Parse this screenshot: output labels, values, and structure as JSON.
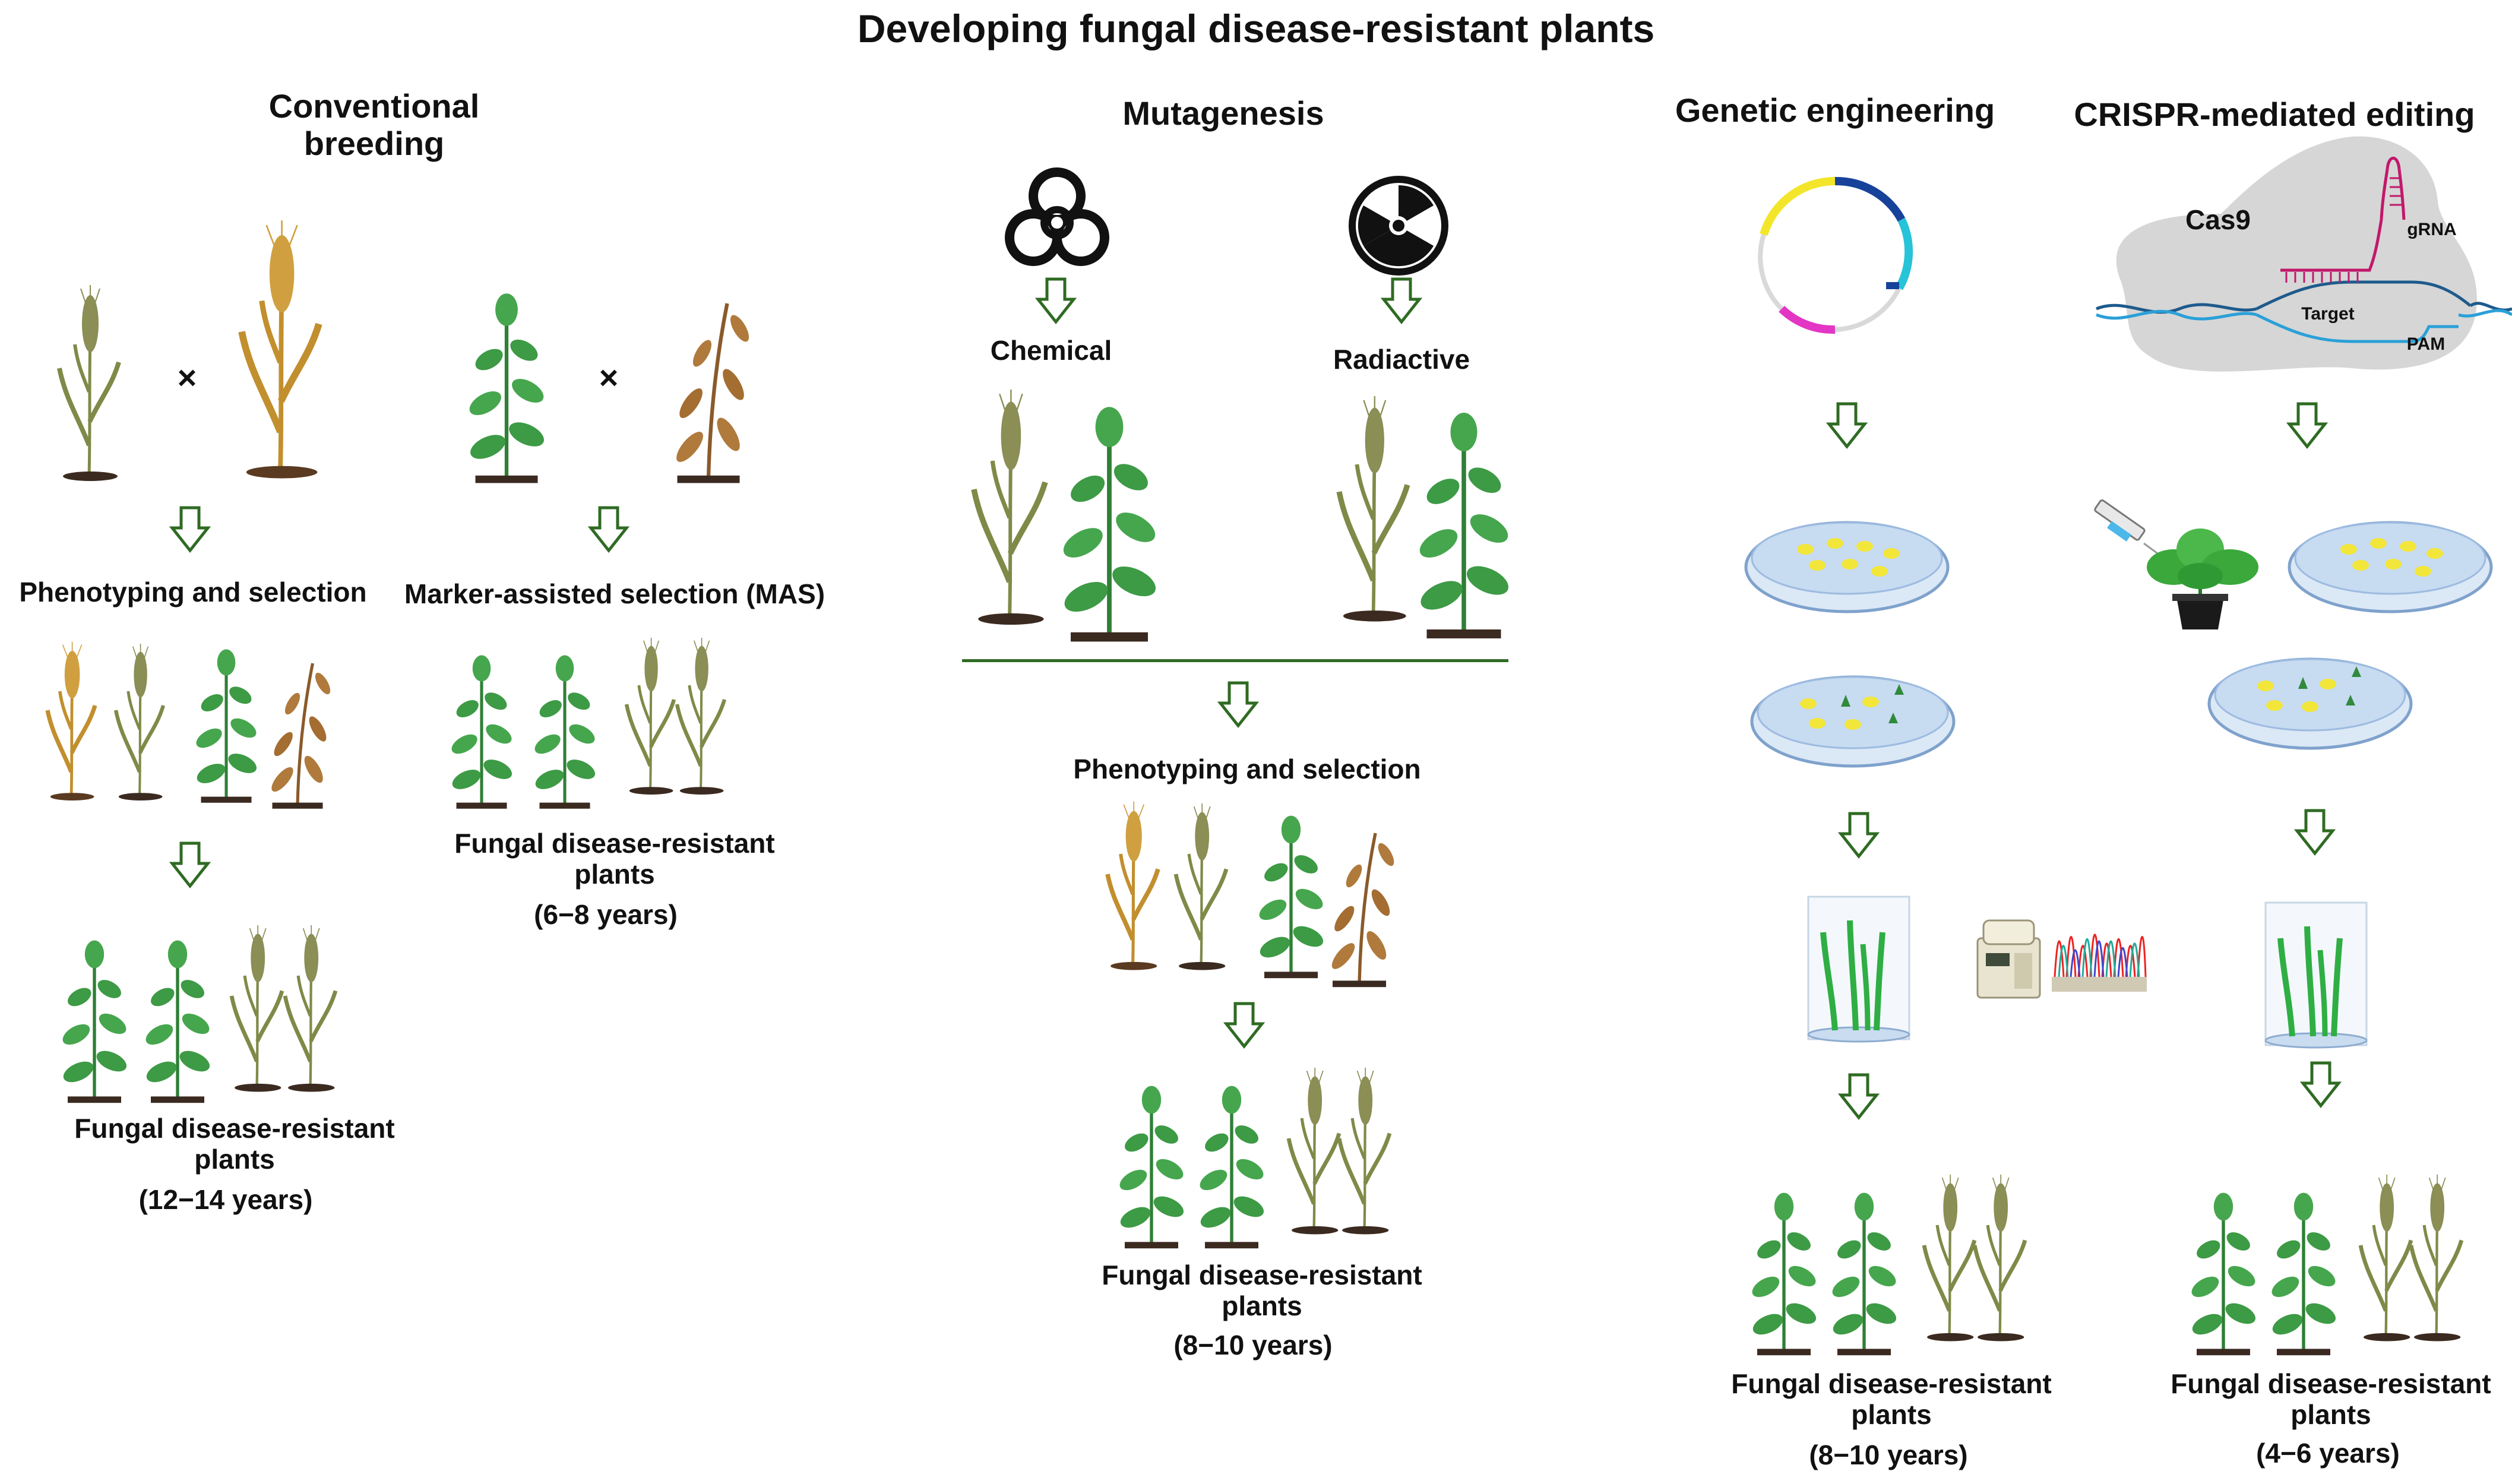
{
  "title": "Developing fungal disease-resistant plants",
  "columns": {
    "conventional": {
      "heading": "Conventional\nbreeding",
      "cross_symbol": "×",
      "step_pheno": "Phenotyping and selection",
      "step_mas": "Marker-assisted selection (MAS)",
      "result_a": "Fungal disease-resistant\nplants",
      "years_a": "(12−14 years)",
      "result_b": "Fungal disease-resistant\nplants",
      "years_b": "(6−8 years)"
    },
    "mutagenesis": {
      "heading": "Mutagenesis",
      "chemical": "Chemical",
      "radiactive": "Radiactive",
      "step_pheno": "Phenotyping and selection",
      "result": "Fungal disease-resistant\nplants",
      "years": "(8−10 years)"
    },
    "genetic": {
      "heading": "Genetic engineering",
      "result": "Fungal disease-resistant\nplants",
      "years": "(8−10 years)"
    },
    "crispr": {
      "heading": "CRISPR-mediated editing",
      "cas9": "Cas9",
      "grna": "gRNA",
      "target": "Target",
      "pam": "PAM",
      "result": "Fungal disease-resistant\nplants",
      "years": "(4−6 years)"
    }
  },
  "colors": {
    "arrow": "#2f6b23",
    "wheat_healthy": "#8a8c4c",
    "wheat_golden": "#c7942f",
    "leaf_green": "#3d9a45",
    "leaf_dry": "#b07a3c",
    "soil": "#3b2a20",
    "dish": "#a8c4e4",
    "seed": "#f2e63a",
    "cas9_blob": "#d6d6d6",
    "dna_blue": "#1e5a8c",
    "grna_pink": "#c2186b",
    "plasmid_cyan": "#27c3d8",
    "plasmid_magenta": "#e336c4",
    "plasmid_yellow": "#f3e52a",
    "plasmid_blue": "#17429a"
  },
  "icons": [
    "wheat-icon",
    "bean-plant-icon",
    "biohazard-icon",
    "radiation-icon",
    "plasmid-icon",
    "petri-dish-icon",
    "culture-tube-icon",
    "pcr-machine-icon",
    "sequencing-chromatogram-icon",
    "syringe-plant-icon",
    "down-arrow-icon"
  ]
}
